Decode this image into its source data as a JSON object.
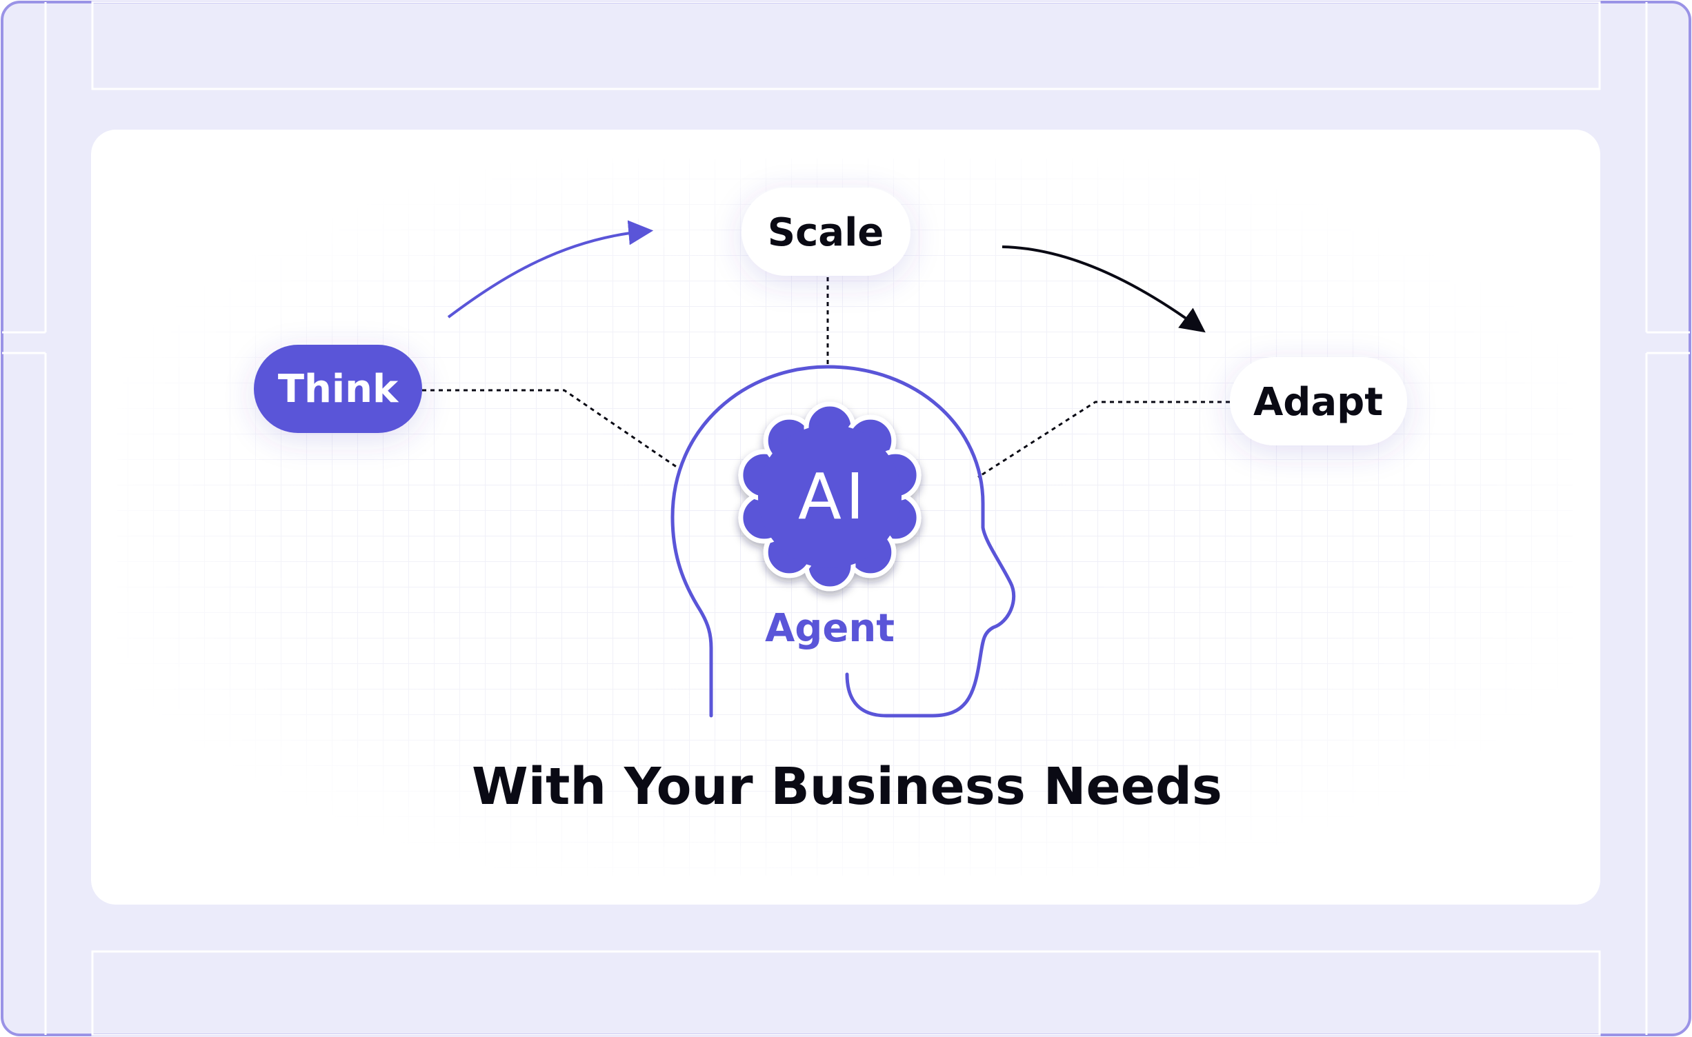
{
  "colors": {
    "frame_bg": "#ebebfa",
    "frame_border": "#9a93e6",
    "card_bg": "#ffffff",
    "grid_line": "#ececf6",
    "accent": "#5a55d8",
    "text_dark": "#0a0a14",
    "white": "#ffffff"
  },
  "nodes": {
    "think": {
      "label": "Think"
    },
    "scale": {
      "label": "Scale"
    },
    "adapt": {
      "label": "Adapt"
    }
  },
  "agent": {
    "badge_text": "AI",
    "label": "Agent",
    "icon": "head-silhouette-icon"
  },
  "headline": "With Your Business Needs"
}
